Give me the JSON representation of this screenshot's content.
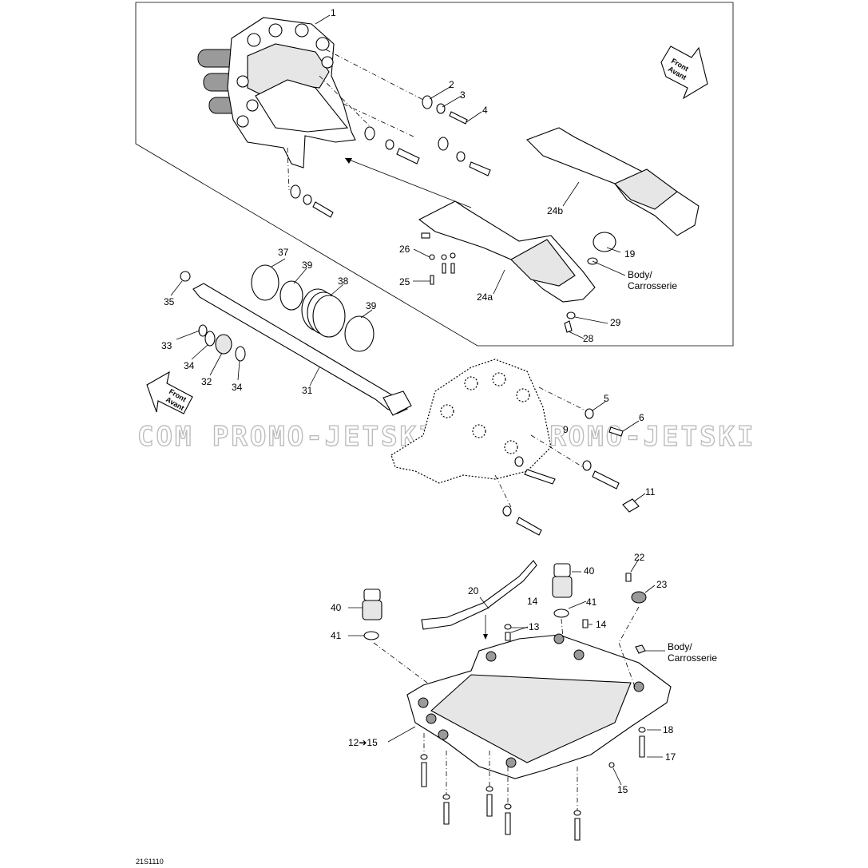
{
  "figure_code": "21S1110",
  "watermark": "COM PROMO-JETSKI.COM PROMO-JETSKI",
  "direction_arrows": [
    {
      "line1": "Front",
      "line2": "Avant"
    },
    {
      "line1": "Front",
      "line2": "Avant"
    }
  ],
  "notes": [
    {
      "line1": "Body/",
      "line2": "Carrosserie"
    },
    {
      "line1": "Body/",
      "line2": "Carrosserie"
    }
  ],
  "callouts": [
    "1",
    "2",
    "3",
    "4",
    "24b",
    "26",
    "19",
    "25",
    "24a",
    "29",
    "28",
    "37",
    "39",
    "38",
    "35",
    "39",
    "33",
    "34",
    "32",
    "34",
    "31",
    "5",
    "6",
    "9",
    "11",
    "40",
    "20",
    "22",
    "23",
    "40",
    "14",
    "41",
    "13",
    "14",
    "41",
    "18",
    "12➔15",
    "17",
    "15"
  ]
}
